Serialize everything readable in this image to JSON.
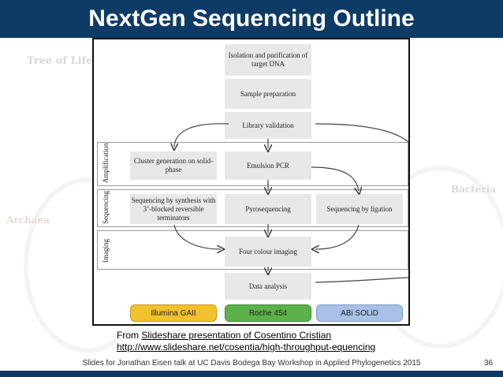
{
  "slide": {
    "title": "NextGen Sequencing Outline",
    "number": "36",
    "footer": "Slides for Jonathan Eisen talk at UC Davis Bodega Bay Workshop in Applied Phylogenetics 2015"
  },
  "background": {
    "tree_label": "Tree of Life",
    "archaea_label": "Archaea",
    "bacteria_label": "Bacteria"
  },
  "diagram": {
    "steps": {
      "isolation": "Isolation and purification of target DNA",
      "sample_prep": "Sample preparation",
      "library": "Library validation",
      "cluster": "Cluster generation on solid-phase",
      "emulsion": "Emulsion PCR",
      "sbs": "Sequencing by synthesis with 3’-blocked reversible terminators",
      "pyro": "Pyrosequencing",
      "ligation": "Sequencing by ligation",
      "imaging": "Four colour imaging",
      "analysis": "Data analysis"
    },
    "stages": {
      "amplification": "Amplification",
      "sequencing": "Sequencing",
      "imaging": "Imaging"
    },
    "platforms": [
      {
        "label": "Illumina GAII",
        "color": "#f2c12e"
      },
      {
        "label": "Roche 454",
        "color": "#5cb14a"
      },
      {
        "label": "ABi SOLiD",
        "color": "#a9c1e6"
      }
    ]
  },
  "caption": {
    "from_prefix": "From ",
    "from_link": "Slideshare presentation of Cosentino Cristian",
    "url": "http://www.slideshare.net/cosentia/high-throughput-equencing"
  },
  "colors": {
    "title_bar": "#0e3a66",
    "box_fill": "#e8e8e8"
  }
}
